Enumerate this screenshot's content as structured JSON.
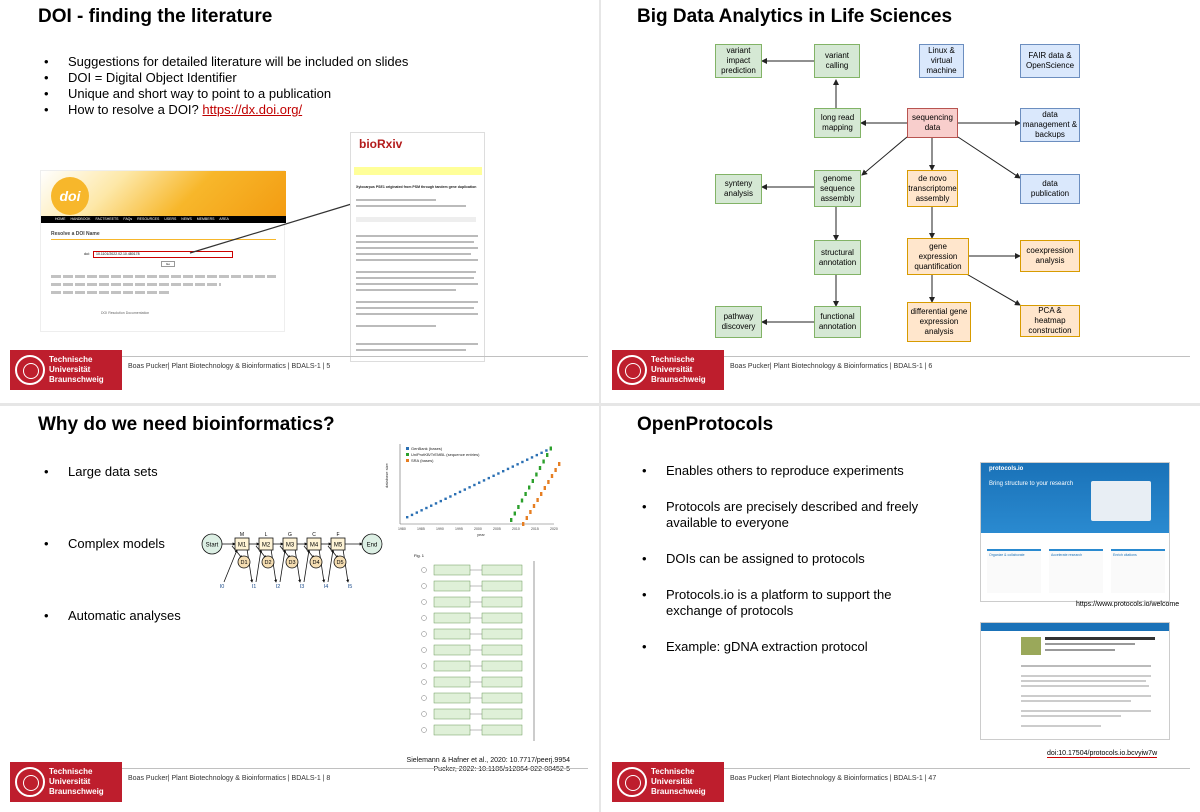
{
  "footer": {
    "logo_lines": [
      "Technische",
      "Universität",
      "Braunschweig"
    ]
  },
  "slide1": {
    "title": "DOI - finding the literature",
    "bullets": [
      "Suggestions for detailed literature will be included on slides",
      "DOI = Digital Object Identifier",
      "Unique and short way to point to a publication",
      "How to resolve a DOI?"
    ],
    "link": "https://dx.doi.org/",
    "footer_text": "Boas Pucker| Plant Biotechnology & Bioinformatics | BDALS-1 | 5",
    "doi_site": {
      "logo": "doi",
      "nav": "HOME  HANDBOOK  FACTSHEETS  FAQs  RESOURCES  USERS  NEWS  MEMBERS AREA",
      "heading": "Resolve a DOI Name",
      "input_label": "doi:",
      "input_value": "10.1101/2022.02.10.480178",
      "go": "Go",
      "footer_line": "DOI Resolution Documentation"
    },
    "biorxiv": {
      "logo": "bioRxiv",
      "paper_title": "Xylocarpus PSE1 originated from PSM through tandem gene duplication"
    }
  },
  "slide2": {
    "title": "Big Data Analytics in Life Sciences",
    "footer_text": "Boas Pucker| Plant Biotechnology & Bioinformatics | BDALS-1 | 6",
    "boxes": {
      "variant_impact": "variant impact prediction",
      "variant_calling": "variant calling",
      "linux": "Linux & virtual machine",
      "fair": "FAIR data & OpenScience",
      "long_read": "long read mapping",
      "sequencing": "sequencing data",
      "data_mgmt": "data management & backups",
      "synteny": "synteny analysis",
      "genome_assembly": "genome sequence assembly",
      "de_novo": "de novo transcriptome assembly",
      "data_pub": "data publication",
      "structural": "structural annotation",
      "gene_expr": "gene expression quantification",
      "coexpr": "coexpression analysis",
      "pathway": "pathway discovery",
      "functional": "functional annotation",
      "diff_expr": "differential gene expression analysis",
      "pca": "PCA & heatmap construction"
    }
  },
  "slide3": {
    "title": "Why do we need bioinformatics?",
    "bullets": [
      "Large data sets",
      "Complex models",
      "Automatic analyses"
    ],
    "footer_text": "Boas Pucker| Plant Biotechnology & Bioinformatics | BDALS-1 | 8",
    "citations": [
      "Sielemann & Hafner et al., 2020: 10.7717/peerj.9954",
      "Pucker, 2022: 10.1186/s12864-022-08452-5"
    ],
    "legend": [
      "GenBank (bases)",
      "UniProtKB/TrEMBL (sequence entries)",
      "SRA (bases)"
    ],
    "ylabel": "database size",
    "xlabel": "year",
    "xticks": [
      "1980",
      "1985",
      "1990",
      "1995",
      "2000",
      "2005",
      "2010",
      "2015",
      "2020"
    ],
    "hmm": {
      "start": "Start",
      "end": "End",
      "match": [
        "M1",
        "M2",
        "M3",
        "M4",
        "M5"
      ],
      "delete": [
        "D1",
        "D2",
        "D3",
        "D4",
        "D5"
      ],
      "insert": [
        "I0",
        "I1",
        "I2",
        "I3",
        "I4",
        "I5"
      ],
      "letters": [
        "M",
        "L",
        "G",
        "C",
        "F"
      ]
    },
    "flow_label": "Fig. 1"
  },
  "slide4": {
    "title": "OpenProtocols",
    "bullets": [
      "Enables others to reproduce experiments",
      "Protocols are precisely described and freely available to everyone",
      "DOIs can be assigned to protocols",
      "Protocols.io is a platform to support the exchange of protocols",
      "Example: gDNA extraction protocol"
    ],
    "footer_text": "Boas Pucker| Plant Biotechnology & Bioinformatics | BDALS-1 | 47",
    "welcome_url": "https://www.protocols.io/welcome",
    "doi_prefix": "doi:10.17504/",
    "doi_rest": "protocols.io.bcvyiw7w",
    "site": {
      "logo": "protocols.io",
      "tagline": "Bring structure to your research",
      "cards": [
        "Organize & collaborate",
        "Accelerate research",
        "Enrich citations"
      ]
    }
  }
}
